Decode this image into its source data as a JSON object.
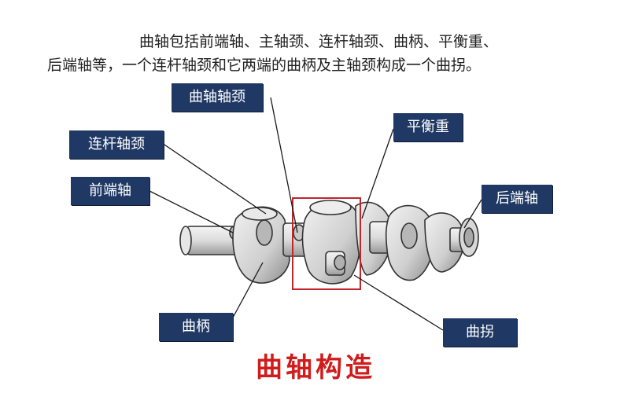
{
  "intro": {
    "line1": "曲轴包括前端轴、主轴颈、连杆轴颈、曲柄、平衡重、",
    "line2": "后端轴等，一个连杆轴颈和它两端的曲柄及主轴颈构成一个曲拐。"
  },
  "labels": {
    "main_journal": "曲轴轴颈",
    "rod_journal": "连杆轴颈",
    "front_shaft": "前端轴",
    "counterweight": "平衡重",
    "rear_shaft": "后端轴",
    "crank_web": "曲柄",
    "crank_throw": "曲拐"
  },
  "caption": "曲轴构造",
  "colors": {
    "label_bg": "#1f3864",
    "caption": "#d01c1c",
    "highlight_box": "#c0262c"
  }
}
